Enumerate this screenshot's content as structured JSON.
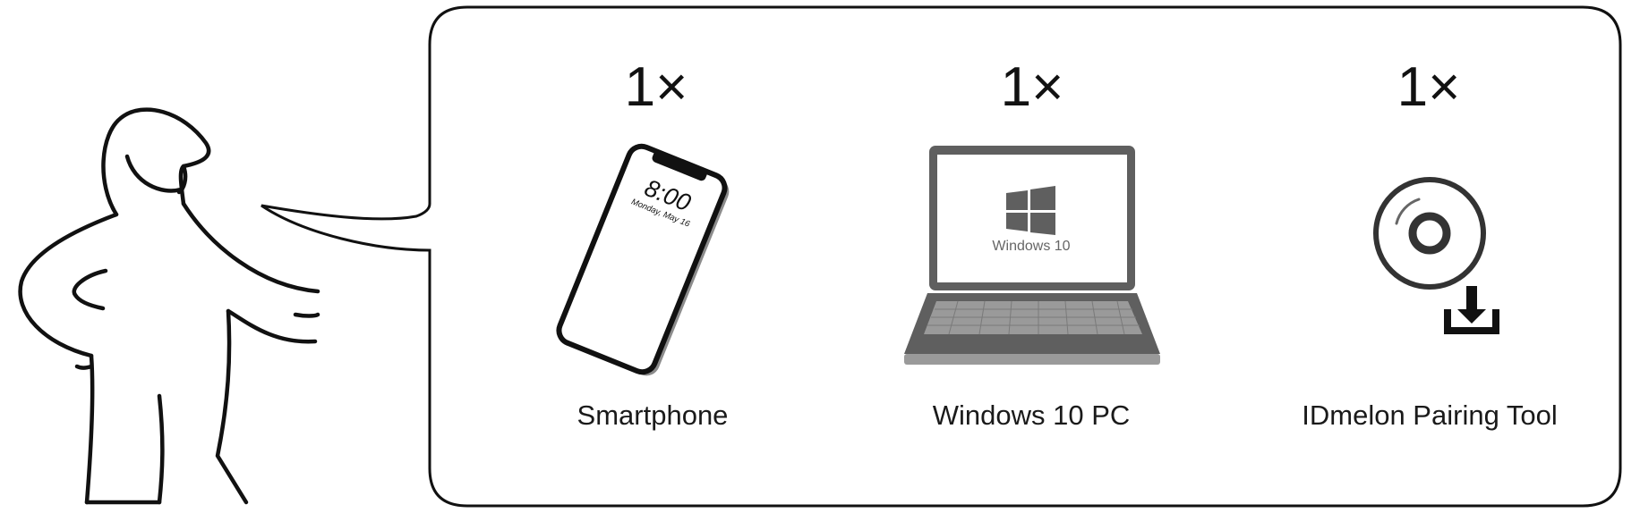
{
  "items": [
    {
      "quantity": "1×",
      "label": "Smartphone",
      "icon": "smartphone-icon"
    },
    {
      "quantity": "1×",
      "label": "Windows 10 PC",
      "icon": "laptop-icon"
    },
    {
      "quantity": "1×",
      "label": "IDmelon Pairing Tool",
      "icon": "disc-download-icon"
    }
  ],
  "phone_screen": {
    "time": "8:00",
    "date": "Monday, May 16"
  },
  "laptop_screen": {
    "os_label": "Windows 10"
  },
  "colors": {
    "stroke": "#111111",
    "device_gray": "#5f5f5f",
    "keyboard_gray": "#9a9a9a",
    "screen_shadow": "#8c8c8c"
  }
}
